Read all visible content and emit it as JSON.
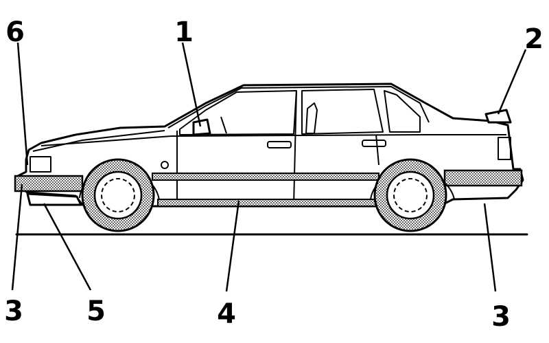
{
  "callouts": [
    {
      "id": "c1",
      "label": "1"
    },
    {
      "id": "c2",
      "label": "2"
    },
    {
      "id": "c3a",
      "label": "3"
    },
    {
      "id": "c3b",
      "label": "3"
    },
    {
      "id": "c4",
      "label": "4"
    },
    {
      "id": "c5",
      "label": "5"
    },
    {
      "id": "c6",
      "label": "6"
    }
  ]
}
